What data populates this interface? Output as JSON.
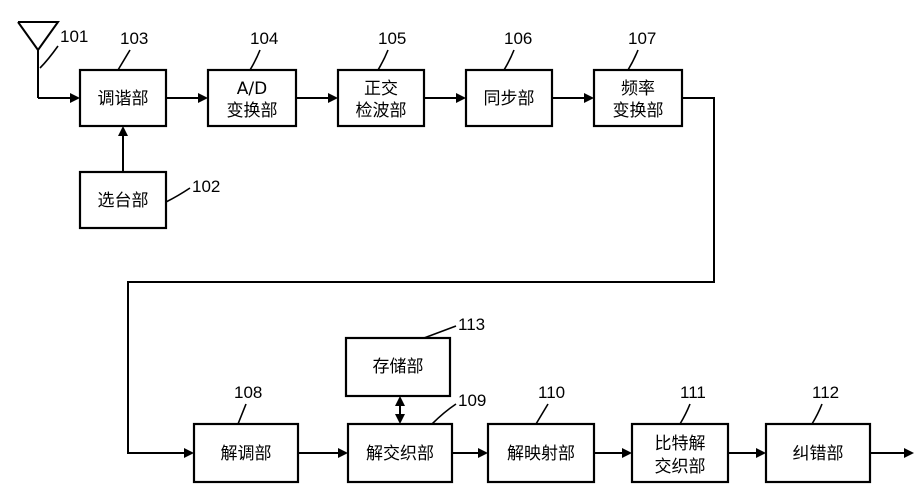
{
  "blocks": {
    "b103": {
      "ref": "103",
      "lines": [
        "调谐部"
      ]
    },
    "b104": {
      "ref": "104",
      "lines": [
        "A/D",
        "变换部"
      ]
    },
    "b105": {
      "ref": "105",
      "lines": [
        "正交",
        "检波部"
      ]
    },
    "b106": {
      "ref": "106",
      "lines": [
        "同步部"
      ]
    },
    "b107": {
      "ref": "107",
      "lines": [
        "频率",
        "变换部"
      ]
    },
    "b102": {
      "ref": "102",
      "lines": [
        "选台部"
      ]
    },
    "b113": {
      "ref": "113",
      "lines": [
        "存储部"
      ]
    },
    "b108": {
      "ref": "108",
      "lines": [
        "解调部"
      ]
    },
    "b109": {
      "ref": "109",
      "lines": [
        "解交织部"
      ]
    },
    "b110": {
      "ref": "110",
      "lines": [
        "解映射部"
      ]
    },
    "b111": {
      "ref": "111",
      "lines": [
        "比特解",
        "交织部"
      ]
    },
    "b112": {
      "ref": "112",
      "lines": [
        "纠错部"
      ]
    }
  },
  "antenna": {
    "ref": "101"
  }
}
